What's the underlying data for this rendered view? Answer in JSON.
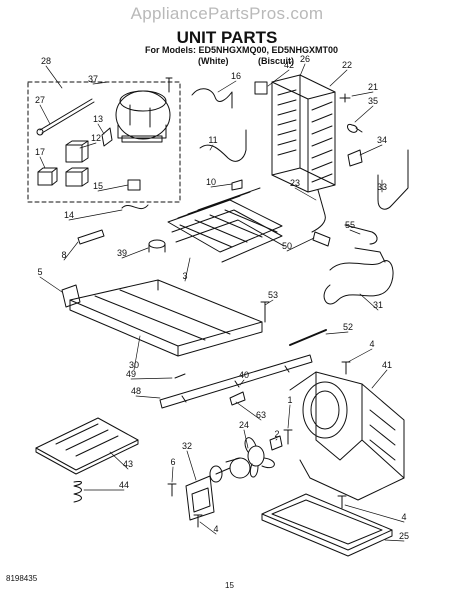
{
  "watermark": "AppliancePartsPros.com",
  "title": "UNIT PARTS",
  "models_line": "For Models: ED5NHGXMQ00, ED5NHGXMT00",
  "color_left": "(White)",
  "color_right": "(Biscuit)",
  "doc_number": "8198435",
  "page_number": "15",
  "callouts": [
    "28",
    "37",
    "16",
    "42",
    "26",
    "22",
    "21",
    "35",
    "27",
    "13",
    "12",
    "11",
    "34",
    "17",
    "15",
    "10",
    "23",
    "33",
    "14",
    "55",
    "8",
    "39",
    "50",
    "3",
    "5",
    "53",
    "31",
    "52",
    "30",
    "4",
    "41",
    "49",
    "40",
    "48",
    "63",
    "1",
    "2",
    "24",
    "32",
    "43",
    "6",
    "44",
    "25"
  ],
  "colors": {
    "ink": "#111111",
    "watermark": "#b9b9b9",
    "background": "#ffffff"
  }
}
